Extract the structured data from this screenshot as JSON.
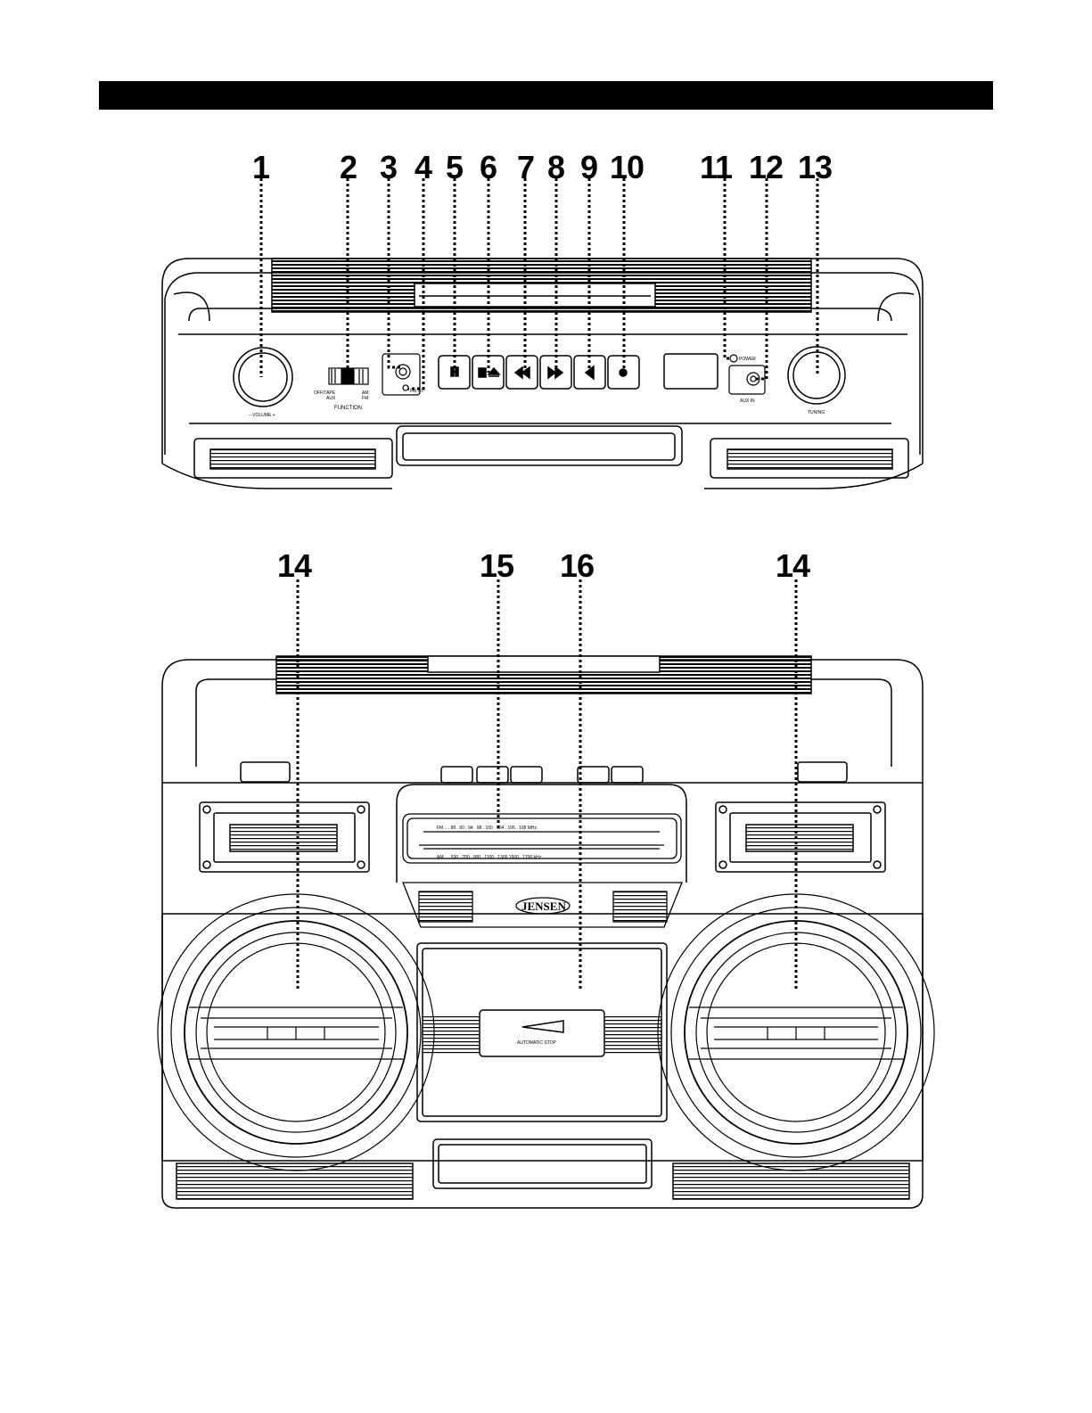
{
  "callouts": {
    "c1": "1",
    "c2": "2",
    "c3": "3",
    "c4": "4",
    "c5": "5",
    "c6": "6",
    "c7": "7",
    "c8": "8",
    "c9": "9",
    "c10": "10",
    "c11": "11",
    "c12": "12",
    "c13": "13",
    "c14a": "14",
    "c15": "15",
    "c16": "16",
    "c14b": "14"
  },
  "top_view": {
    "volume_label": "– VOLUME +",
    "function_label": "FUNCTION",
    "off_tape": "OFF/TAPE",
    "aux": "AUX",
    "am": "AM",
    "fm": "FM",
    "fm_st": "FM ST.",
    "power_label": "POWER",
    "aux_in_label": "AUX IN",
    "tuning_label": "TUNING"
  },
  "front_view": {
    "fm_scale": "FM  ....  88   .  90   .   94  .  98   .    100   .    104  .  106   .   108  MHz",
    "am_scale": "AM ....  530   .   700   .   900  .  1100   .   1300        1500   .   1700  kHz",
    "brand": "JENSEN",
    "automatic_stop": "AUTOMATIC STOP"
  }
}
